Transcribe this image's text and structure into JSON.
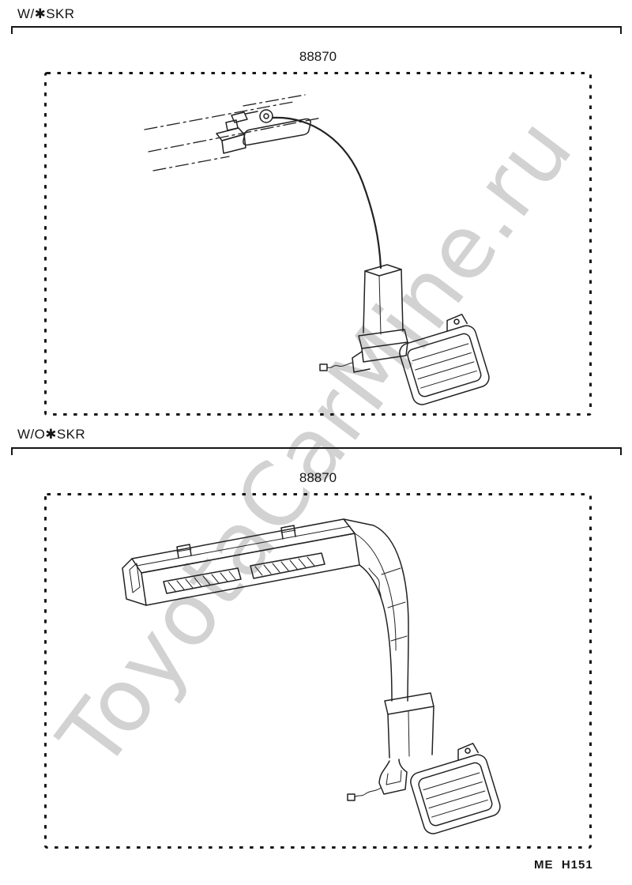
{
  "page": {
    "watermark": "ToyotaCarMine.ru",
    "footer_code": "ME  H151"
  },
  "sections": [
    {
      "label": "W/✱SKR",
      "part_number": "88870",
      "drawing": "roof-cable-and-duct-assembly"
    },
    {
      "label": "W/O✱SKR",
      "part_number": "88870",
      "drawing": "rear-duct-assembly"
    }
  ],
  "colors": {
    "ink": "#161616",
    "line": "#222222",
    "watermark": "#a6a6a6"
  }
}
